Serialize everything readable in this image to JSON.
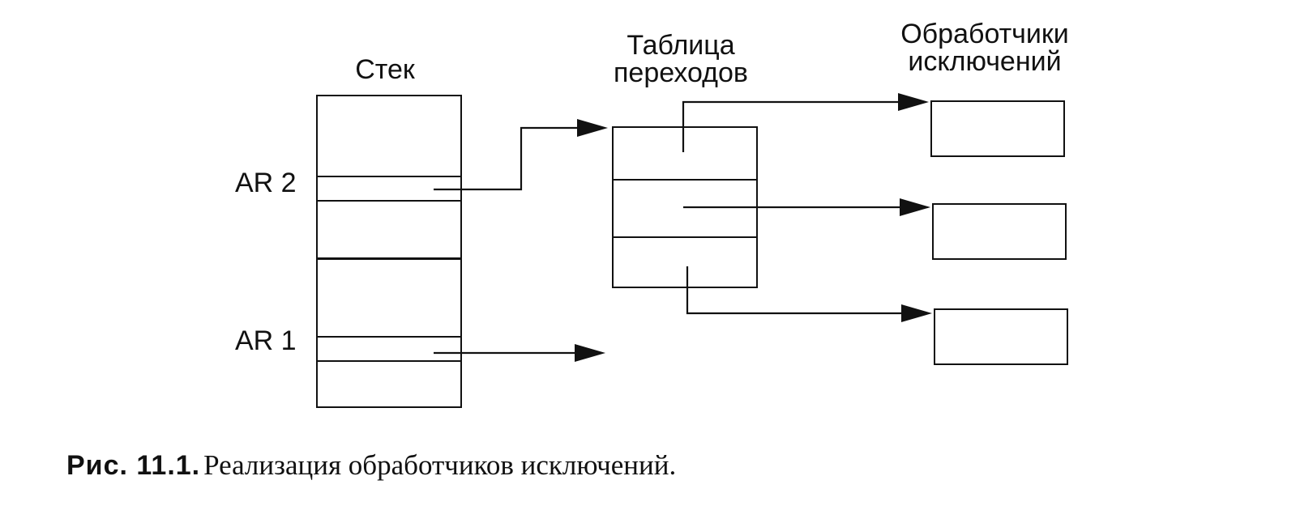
{
  "stack": {
    "title": "Стек",
    "ar2_label": "AR 2",
    "ar1_label": "AR 1"
  },
  "jump_table": {
    "title_line1": "Таблица",
    "title_line2": "переходов"
  },
  "handlers": {
    "title_line1": "Обработчики",
    "title_line2": "исключений"
  },
  "caption": {
    "number": "Рис. 11.1.",
    "text": "Реализация обработчиков исключений."
  }
}
